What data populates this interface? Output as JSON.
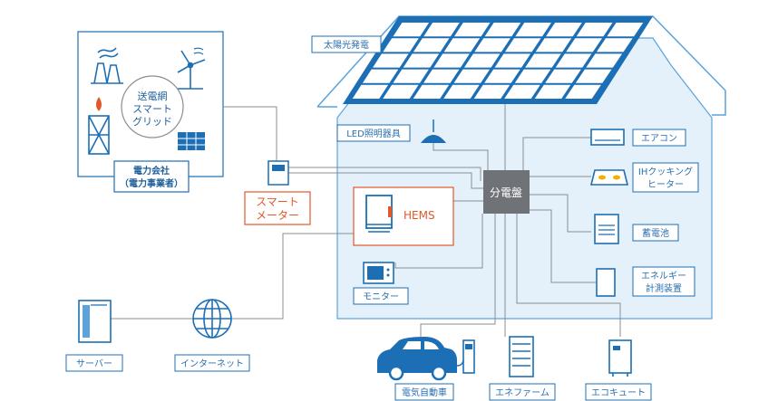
{
  "labels": {
    "solar": "太陽光発電",
    "led": "LED照明器具",
    "aircon": "エアコン",
    "ih": [
      "IHクッキング",
      "ヒーター"
    ],
    "battery": "蓄電池",
    "energy_meter": [
      "エネルギー",
      "計測装置"
    ],
    "distribution": "分電盤",
    "hems": "HEMS",
    "monitor": "モニター",
    "smart_meter": [
      "スマート",
      "メーター"
    ],
    "power_company": [
      "電力会社",
      "（電力事業者）"
    ],
    "grid": [
      "送電網",
      "スマート",
      "グリッド"
    ],
    "server": "サーバー",
    "internet": "インターネット",
    "ev": "電気自動車",
    "enefarm": "エネファーム",
    "ecocute": "エコキュート"
  },
  "colors": {
    "primary": "#1c6fb5",
    "light_blue": "#e4f1fb",
    "house_edge": "#5aa3dc",
    "orange": "#e2572b",
    "gray": "#6f7378",
    "line": "#8a8e92"
  },
  "icons": [
    "factory-icon",
    "wind-turbine-icon",
    "gas-tower-icon",
    "solar-panel-icon",
    "server-icon",
    "globe-icon",
    "car-icon",
    "charger-icon",
    "building-icon",
    "water-heater-icon",
    "light-icon",
    "aircon-icon",
    "stove-icon",
    "battery-icon",
    "meter-icon",
    "monitor-icon",
    "hems-icon"
  ]
}
